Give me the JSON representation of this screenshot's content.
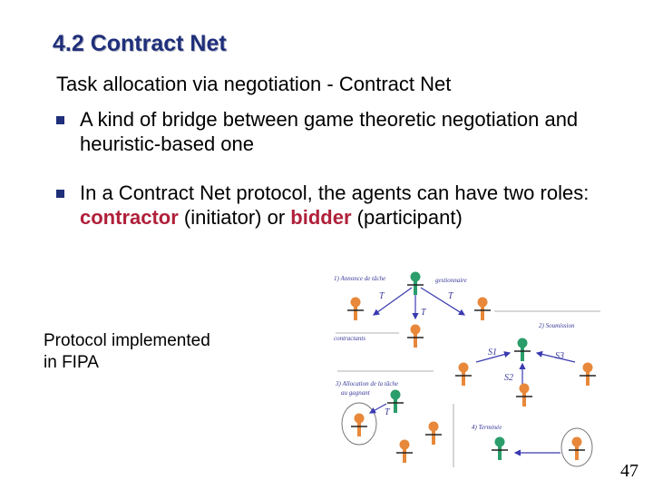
{
  "slide": {
    "title": "4.2 Contract Net",
    "intro": "Task allocation via negotiation - Contract Net",
    "bullets": [
      {
        "text": "A kind of bridge between game theoretic negotiation and heuristic-based one"
      },
      {
        "pre": "In a Contract Net protocol, the agents can have two roles: ",
        "hl1": "contractor",
        "mid": " (initiator) or ",
        "hl2": "bidder",
        "post": " (participant)"
      }
    ],
    "note": [
      "Protocol implemented",
      "in FIPA"
    ],
    "page_number": "47"
  },
  "diagram": {
    "labels": {
      "step1": "1) Annonce de tâche",
      "gestionnaire": "gestionnaire",
      "contractants": "contractants",
      "step2": "2) Soumission",
      "step3a": "3) Allocation de la tâche",
      "step3b": "au gagnant",
      "step4": "4) Terminée"
    },
    "messages": {
      "t1": "T",
      "t2": "T",
      "t3": "T",
      "t4": "T",
      "s1": "S1",
      "s2": "S2",
      "s3": "S3"
    }
  },
  "colors": {
    "title": "#1f2f7a",
    "bullet": "#1f2f7a",
    "highlight": "#b0203a",
    "manager_agent": "#2a9d6a",
    "contractor_agent": "#e8883a",
    "arrow": "#3a3ab0"
  }
}
